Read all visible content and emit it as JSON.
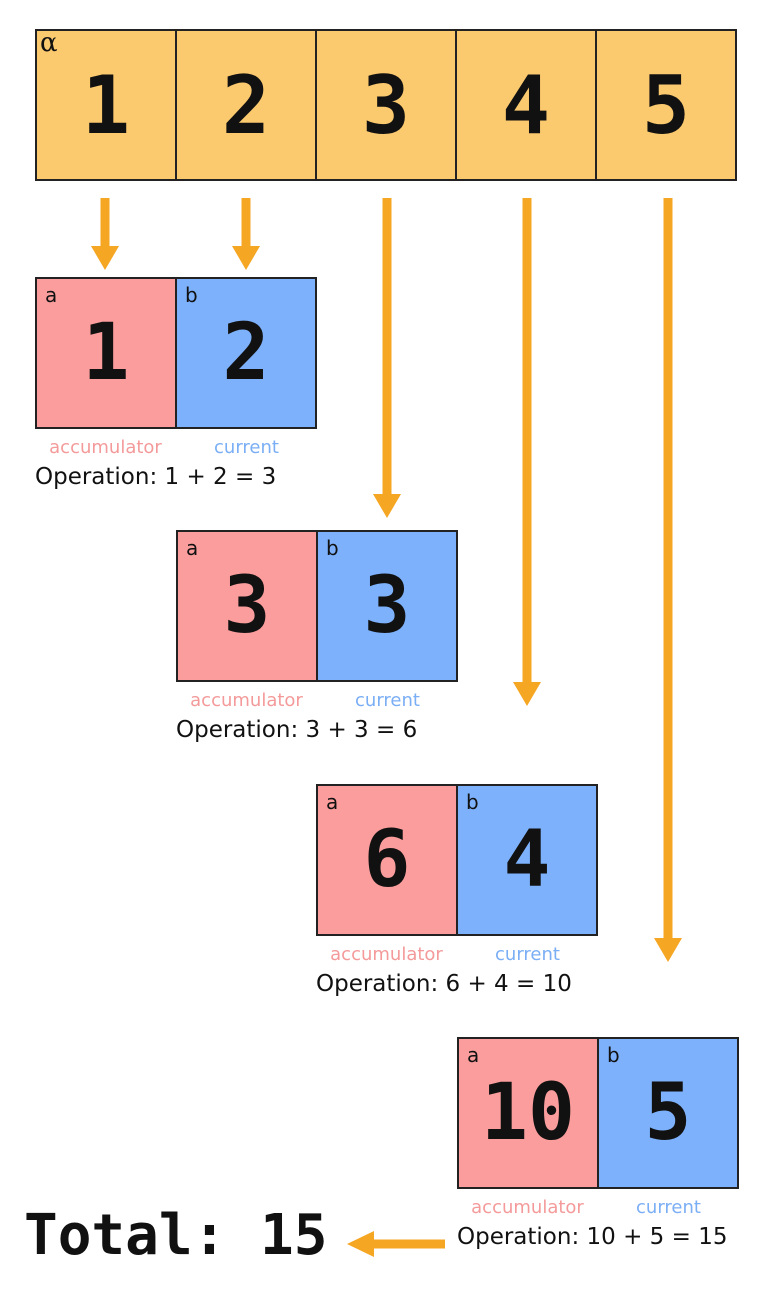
{
  "array": {
    "label": "α",
    "values": [
      "1",
      "2",
      "3",
      "4",
      "5"
    ]
  },
  "steps": [
    {
      "a_tag": "a",
      "b_tag": "b",
      "accumulator": "1",
      "current": "2",
      "acc_label": "accumulator",
      "cur_label": "current",
      "operation": "Operation: 1 + 2 = 3"
    },
    {
      "a_tag": "a",
      "b_tag": "b",
      "accumulator": "3",
      "current": "3",
      "acc_label": "accumulator",
      "cur_label": "current",
      "operation": "Operation: 3 + 3 = 6"
    },
    {
      "a_tag": "a",
      "b_tag": "b",
      "accumulator": "6",
      "current": "4",
      "acc_label": "accumulator",
      "cur_label": "current",
      "operation": "Operation: 6 + 4 = 10"
    },
    {
      "a_tag": "a",
      "b_tag": "b",
      "accumulator": "10",
      "current": "5",
      "acc_label": "accumulator",
      "cur_label": "current",
      "operation": "Operation: 10 + 5 = 15"
    }
  ],
  "total": "Total: 15",
  "colors": {
    "array_fill": "#fbc96e",
    "accumulator_fill": "#fb9d9d",
    "current_fill": "#7db1fb",
    "arrow": "#f5a623"
  }
}
